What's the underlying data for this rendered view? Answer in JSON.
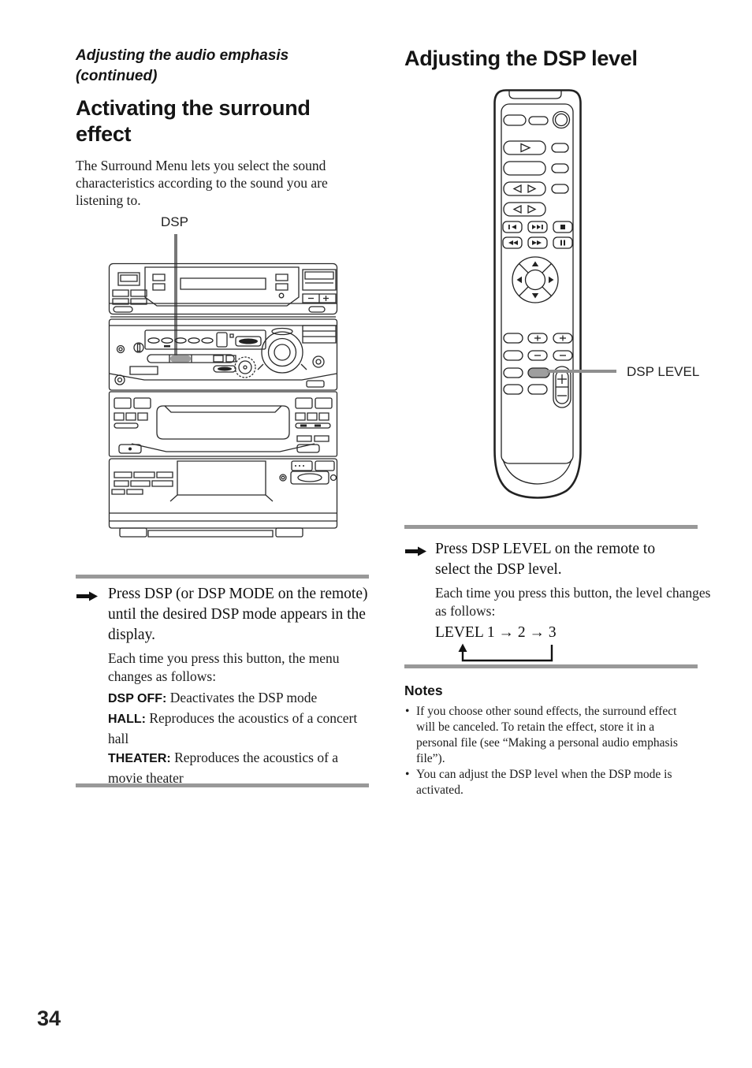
{
  "page": {
    "number": "34"
  },
  "header": {
    "continued_line1": "Adjusting the audio emphasis",
    "continued_line2": "(continued)"
  },
  "left_column": {
    "title": "Activating the surround effect",
    "intro": "The Surround Menu lets you select the sound characteristics according to the sound you are listening to.",
    "callout_label": "DSP",
    "step": {
      "instruction": "Press DSP (or DSP MODE on the remote) until the desired DSP mode appears in the display.",
      "detail": "Each time you press this button, the menu changes as follows:",
      "modes": [
        {
          "label": "DSP OFF:",
          "desc": "Deactivates the DSP mode"
        },
        {
          "label": "HALL:",
          "desc": "Reproduces the acoustics of a concert hall"
        },
        {
          "label": "THEATER:",
          "desc": "Reproduces the acoustics of a movie theater"
        }
      ]
    }
  },
  "right_column": {
    "title": "Adjusting the DSP level",
    "callout_label": "DSP LEVEL",
    "step": {
      "instruction": "Press DSP LEVEL on the remote to select the DSP level.",
      "detail": "Each time you press this button, the level changes as follows:",
      "sequence": "LEVEL 1 → 2 → 3"
    },
    "notes": {
      "title": "Notes",
      "items": [
        "If you choose other sound effects, the surround effect will be canceled. To retain the effect, store it in a personal file (see “Making a personal audio emphasis file”).",
        "You can adjust the DSP level when the DSP mode is activated."
      ]
    }
  },
  "icons": {
    "step_marker": "right-arrow",
    "sequence_loop": "loop-back-arrow"
  },
  "colors": {
    "rule_gray": "#999999",
    "callout_gray": "#8f8f8f",
    "highlight_button_gray": "#9e9e9e",
    "ink": "#1a1a1a"
  }
}
